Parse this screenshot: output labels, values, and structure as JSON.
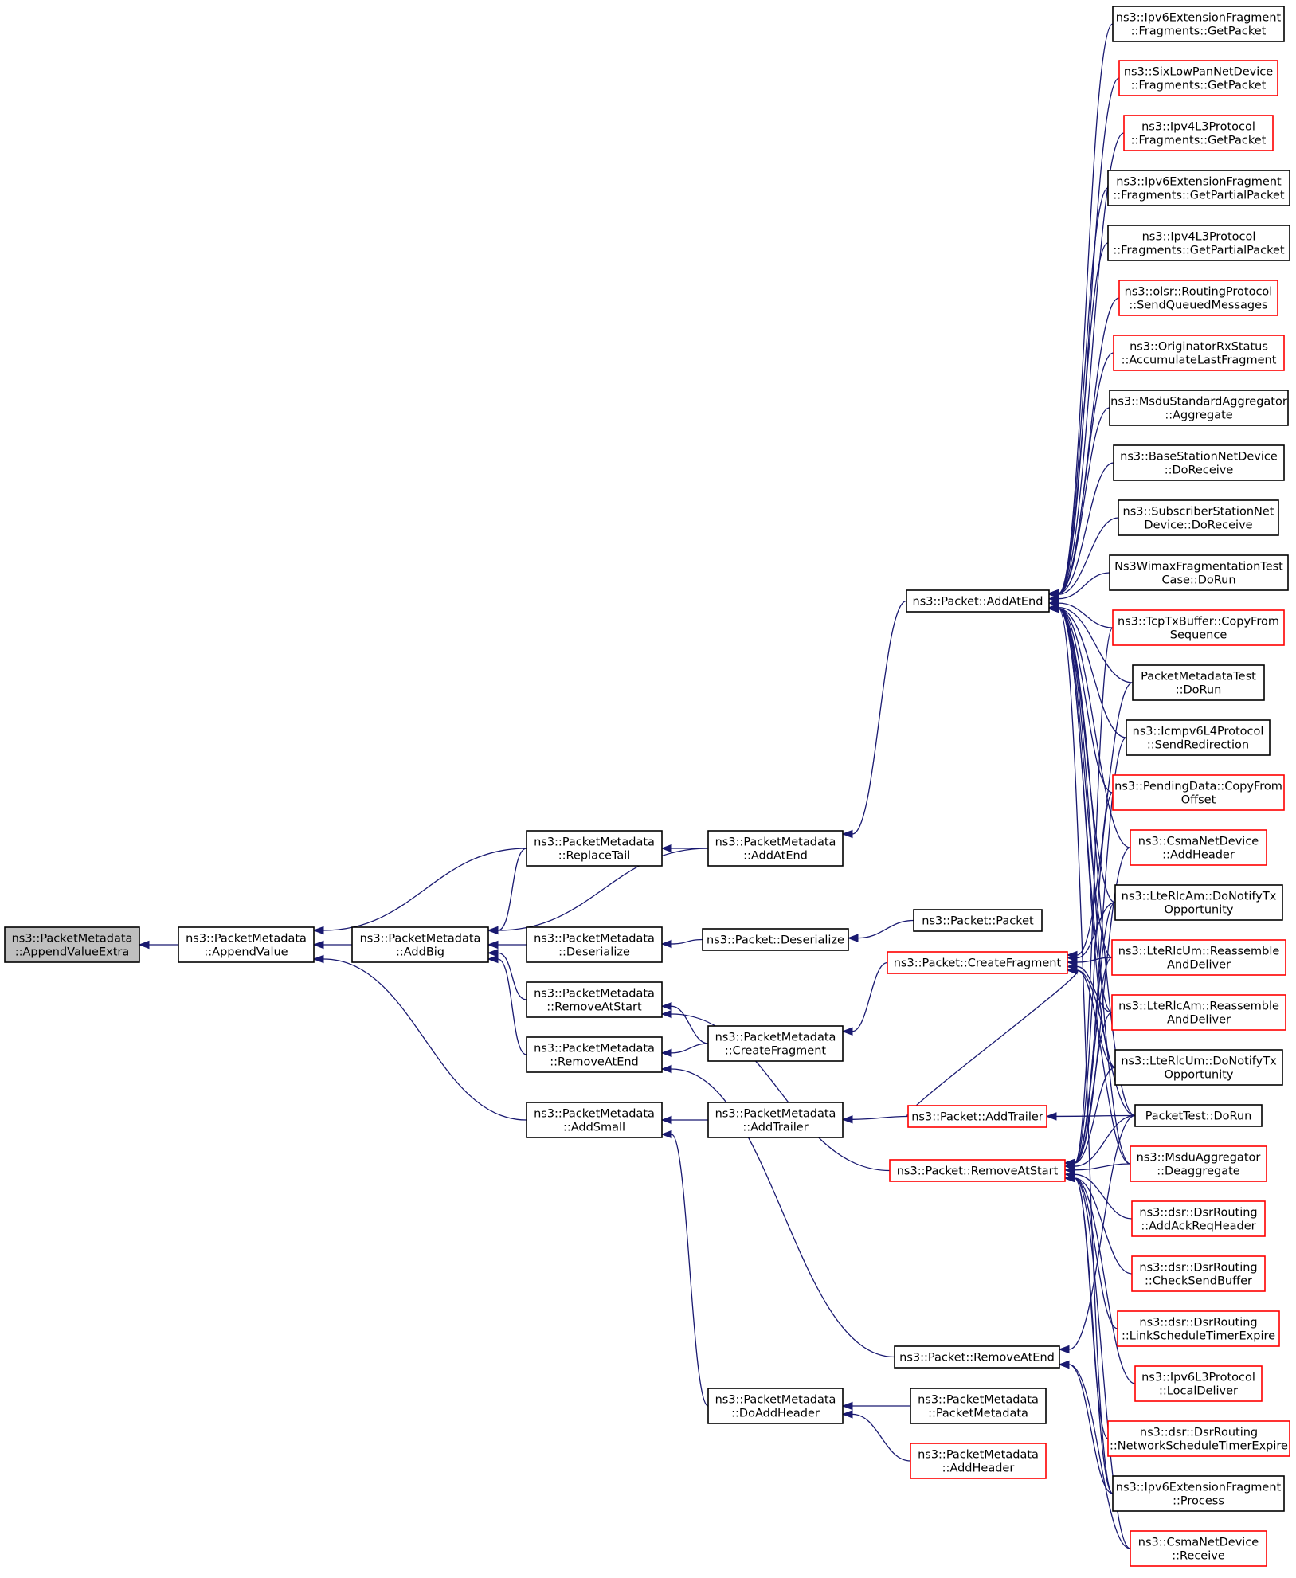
{
  "nodes": [
    {
      "id": "root",
      "lines": [
        "ns3::PacketMetadata",
        "::AppendValueExtra"
      ],
      "kind": "root"
    },
    {
      "id": "appendValue",
      "lines": [
        "ns3::PacketMetadata",
        "::AppendValue"
      ],
      "kind": "normal"
    },
    {
      "id": "addBig",
      "lines": [
        "ns3::PacketMetadata",
        "::AddBig"
      ],
      "kind": "normal"
    },
    {
      "id": "addSmall",
      "lines": [
        "ns3::PacketMetadata",
        "::AddSmall"
      ],
      "kind": "normal"
    },
    {
      "id": "replaceTail",
      "lines": [
        "ns3::PacketMetadata",
        "::ReplaceTail"
      ],
      "kind": "normal"
    },
    {
      "id": "pmDeserialize",
      "lines": [
        "ns3::PacketMetadata",
        "::Deserialize"
      ],
      "kind": "normal"
    },
    {
      "id": "pmRemoveAtStart",
      "lines": [
        "ns3::PacketMetadata",
        "::RemoveAtStart"
      ],
      "kind": "normal"
    },
    {
      "id": "pmRemoveAtEnd",
      "lines": [
        "ns3::PacketMetadata",
        "::RemoveAtEnd"
      ],
      "kind": "normal"
    },
    {
      "id": "pmAddAtEnd",
      "lines": [
        "ns3::PacketMetadata",
        "::AddAtEnd"
      ],
      "kind": "normal"
    },
    {
      "id": "pDeserialize",
      "lines": [
        "ns3::Packet::Deserialize"
      ],
      "kind": "normal"
    },
    {
      "id": "pmCreateFragment",
      "lines": [
        "ns3::PacketMetadata",
        "::CreateFragment"
      ],
      "kind": "normal"
    },
    {
      "id": "pmAddTrailer",
      "lines": [
        "ns3::PacketMetadata",
        "::AddTrailer"
      ],
      "kind": "normal"
    },
    {
      "id": "pmDoAddHeader",
      "lines": [
        "ns3::PacketMetadata",
        "::DoAddHeader"
      ],
      "kind": "normal"
    },
    {
      "id": "pAddAtEnd",
      "lines": [
        "ns3::Packet::AddAtEnd"
      ],
      "kind": "normal"
    },
    {
      "id": "pPacket",
      "lines": [
        "ns3::Packet::Packet"
      ],
      "kind": "normal"
    },
    {
      "id": "pCreateFragment",
      "lines": [
        "ns3::Packet::CreateFragment"
      ],
      "kind": "trunc"
    },
    {
      "id": "pAddTrailer",
      "lines": [
        "ns3::Packet::AddTrailer"
      ],
      "kind": "trunc"
    },
    {
      "id": "pRemoveAtStart",
      "lines": [
        "ns3::Packet::RemoveAtStart"
      ],
      "kind": "trunc"
    },
    {
      "id": "pRemoveAtEnd",
      "lines": [
        "ns3::Packet::RemoveAtEnd"
      ],
      "kind": "normal"
    },
    {
      "id": "pmPacketMetadata",
      "lines": [
        "ns3::PacketMetadata",
        "::PacketMetadata"
      ],
      "kind": "normal"
    },
    {
      "id": "pmAddHeader",
      "lines": [
        "ns3::PacketMetadata",
        "::AddHeader"
      ],
      "kind": "trunc"
    },
    {
      "id": "r1",
      "lines": [
        "ns3::Ipv6ExtensionFragment",
        "::Fragments::GetPacket"
      ],
      "kind": "normal"
    },
    {
      "id": "r2",
      "lines": [
        "ns3::SixLowPanNetDevice",
        "::Fragments::GetPacket"
      ],
      "kind": "trunc"
    },
    {
      "id": "r3",
      "lines": [
        "ns3::Ipv4L3Protocol",
        "::Fragments::GetPacket"
      ],
      "kind": "trunc"
    },
    {
      "id": "r4",
      "lines": [
        "ns3::Ipv6ExtensionFragment",
        "::Fragments::GetPartialPacket"
      ],
      "kind": "normal"
    },
    {
      "id": "r5",
      "lines": [
        "ns3::Ipv4L3Protocol",
        "::Fragments::GetPartialPacket"
      ],
      "kind": "normal"
    },
    {
      "id": "r6",
      "lines": [
        "ns3::olsr::RoutingProtocol",
        "::SendQueuedMessages"
      ],
      "kind": "trunc"
    },
    {
      "id": "r7",
      "lines": [
        "ns3::OriginatorRxStatus",
        "::AccumulateLastFragment"
      ],
      "kind": "trunc"
    },
    {
      "id": "r8",
      "lines": [
        "ns3::MsduStandardAggregator",
        "::Aggregate"
      ],
      "kind": "normal"
    },
    {
      "id": "r9",
      "lines": [
        "ns3::BaseStationNetDevice",
        "::DoReceive"
      ],
      "kind": "normal"
    },
    {
      "id": "r10",
      "lines": [
        "ns3::SubscriberStationNet",
        "Device::DoReceive"
      ],
      "kind": "normal"
    },
    {
      "id": "r11",
      "lines": [
        "Ns3WimaxFragmentationTest",
        "Case::DoRun"
      ],
      "kind": "normal"
    },
    {
      "id": "r12",
      "lines": [
        "ns3::TcpTxBuffer::CopyFrom",
        "Sequence"
      ],
      "kind": "trunc"
    },
    {
      "id": "r13",
      "lines": [
        "PacketMetadataTest",
        "::DoRun"
      ],
      "kind": "normal"
    },
    {
      "id": "r14",
      "lines": [
        "ns3::Icmpv6L4Protocol",
        "::SendRedirection"
      ],
      "kind": "normal"
    },
    {
      "id": "r15",
      "lines": [
        "ns3::PendingData::CopyFrom",
        "Offset"
      ],
      "kind": "trunc"
    },
    {
      "id": "r16",
      "lines": [
        "ns3::CsmaNetDevice",
        "::AddHeader"
      ],
      "kind": "trunc"
    },
    {
      "id": "r17",
      "lines": [
        "ns3::LteRlcAm::DoNotifyTx",
        "Opportunity"
      ],
      "kind": "normal"
    },
    {
      "id": "r18",
      "lines": [
        "ns3::LteRlcUm::Reassemble",
        "AndDeliver"
      ],
      "kind": "trunc"
    },
    {
      "id": "r19",
      "lines": [
        "ns3::LteRlcAm::Reassemble",
        "AndDeliver"
      ],
      "kind": "trunc"
    },
    {
      "id": "r20",
      "lines": [
        "ns3::LteRlcUm::DoNotifyTx",
        "Opportunity"
      ],
      "kind": "normal"
    },
    {
      "id": "r21",
      "lines": [
        "PacketTest::DoRun"
      ],
      "kind": "normal"
    },
    {
      "id": "r22",
      "lines": [
        "ns3::MsduAggregator",
        "::Deaggregate"
      ],
      "kind": "trunc"
    },
    {
      "id": "r23",
      "lines": [
        "ns3::dsr::DsrRouting",
        "::AddAckReqHeader"
      ],
      "kind": "trunc"
    },
    {
      "id": "r24",
      "lines": [
        "ns3::dsr::DsrRouting",
        "::CheckSendBuffer"
      ],
      "kind": "trunc"
    },
    {
      "id": "r25",
      "lines": [
        "ns3::dsr::DsrRouting",
        "::LinkScheduleTimerExpire"
      ],
      "kind": "trunc"
    },
    {
      "id": "r26",
      "lines": [
        "ns3::Ipv6L3Protocol",
        "::LocalDeliver"
      ],
      "kind": "trunc"
    },
    {
      "id": "r27",
      "lines": [
        "ns3::dsr::DsrRouting",
        "::NetworkScheduleTimerExpire"
      ],
      "kind": "trunc"
    },
    {
      "id": "r28",
      "lines": [
        "ns3::Ipv6ExtensionFragment",
        "::Process"
      ],
      "kind": "normal"
    },
    {
      "id": "r29",
      "lines": [
        "ns3::CsmaNetDevice",
        "::Receive"
      ],
      "kind": "trunc"
    }
  ],
  "edges": [
    [
      "appendValue",
      "root"
    ],
    [
      "addBig",
      "appendValue"
    ],
    [
      "replaceTail",
      "appendValue"
    ],
    [
      "addSmall",
      "appendValue"
    ],
    [
      "replaceTail",
      "addBig"
    ],
    [
      "pmAddAtEnd",
      "addBig"
    ],
    [
      "pmDeserialize",
      "addBig"
    ],
    [
      "pmRemoveAtStart",
      "addBig"
    ],
    [
      "pmRemoveAtEnd",
      "addBig"
    ],
    [
      "pmAddAtEnd",
      "replaceTail"
    ],
    [
      "pDeserialize",
      "pmDeserialize"
    ],
    [
      "pmCreateFragment",
      "pmRemoveAtStart"
    ],
    [
      "pRemoveAtStart",
      "pmRemoveAtStart"
    ],
    [
      "pmCreateFragment",
      "pmRemoveAtEnd"
    ],
    [
      "pRemoveAtEnd",
      "pmRemoveAtEnd"
    ],
    [
      "pmAddTrailer",
      "addSmall"
    ],
    [
      "pmDoAddHeader",
      "addSmall"
    ],
    [
      "pAddAtEnd",
      "pmAddAtEnd"
    ],
    [
      "pPacket",
      "pDeserialize"
    ],
    [
      "pCreateFragment",
      "pmCreateFragment"
    ],
    [
      "pAddTrailer",
      "pmAddTrailer"
    ],
    [
      "pmPacketMetadata",
      "pmDoAddHeader"
    ],
    [
      "pmAddHeader",
      "pmDoAddHeader"
    ],
    [
      "r1",
      "pAddAtEnd"
    ],
    [
      "r2",
      "pAddAtEnd"
    ],
    [
      "r3",
      "pAddAtEnd"
    ],
    [
      "r4",
      "pAddAtEnd"
    ],
    [
      "r5",
      "pAddAtEnd"
    ],
    [
      "r6",
      "pAddAtEnd"
    ],
    [
      "r7",
      "pAddAtEnd"
    ],
    [
      "r8",
      "pAddAtEnd"
    ],
    [
      "r9",
      "pAddAtEnd"
    ],
    [
      "r10",
      "pAddAtEnd"
    ],
    [
      "r11",
      "pAddAtEnd"
    ],
    [
      "r12",
      "pAddAtEnd"
    ],
    [
      "r13",
      "pAddAtEnd"
    ],
    [
      "r14",
      "pAddAtEnd"
    ],
    [
      "r15",
      "pAddAtEnd"
    ],
    [
      "r16",
      "pAddAtEnd"
    ],
    [
      "r17",
      "pAddAtEnd"
    ],
    [
      "r18",
      "pAddAtEnd"
    ],
    [
      "r19",
      "pAddAtEnd"
    ],
    [
      "r20",
      "pAddAtEnd"
    ],
    [
      "r21",
      "pAddAtEnd"
    ],
    [
      "r22",
      "pAddAtEnd"
    ],
    [
      "r28",
      "pAddAtEnd"
    ],
    [
      "r13",
      "pCreateFragment"
    ],
    [
      "r17",
      "pCreateFragment"
    ],
    [
      "r18",
      "pCreateFragment"
    ],
    [
      "r19",
      "pCreateFragment"
    ],
    [
      "r20",
      "pCreateFragment"
    ],
    [
      "r21",
      "pCreateFragment"
    ],
    [
      "r22",
      "pCreateFragment"
    ],
    [
      "pAddTrailer",
      "pCreateFragment"
    ],
    [
      "r21",
      "pAddTrailer"
    ],
    [
      "r12",
      "pRemoveAtStart"
    ],
    [
      "r14",
      "pRemoveAtStart"
    ],
    [
      "r15",
      "pRemoveAtStart"
    ],
    [
      "r16",
      "pRemoveAtStart"
    ],
    [
      "r17",
      "pRemoveAtStart"
    ],
    [
      "r18",
      "pRemoveAtStart"
    ],
    [
      "r19",
      "pRemoveAtStart"
    ],
    [
      "r20",
      "pRemoveAtStart"
    ],
    [
      "r21",
      "pRemoveAtStart"
    ],
    [
      "r22",
      "pRemoveAtStart"
    ],
    [
      "r23",
      "pRemoveAtStart"
    ],
    [
      "r24",
      "pRemoveAtStart"
    ],
    [
      "r25",
      "pRemoveAtStart"
    ],
    [
      "r26",
      "pRemoveAtStart"
    ],
    [
      "r27",
      "pRemoveAtStart"
    ],
    [
      "r28",
      "pRemoveAtStart"
    ],
    [
      "r29",
      "pRemoveAtStart"
    ],
    [
      "r21",
      "pRemoveAtEnd"
    ],
    [
      "r28",
      "pRemoveAtEnd"
    ],
    [
      "r29",
      "pRemoveAtEnd"
    ]
  ]
}
